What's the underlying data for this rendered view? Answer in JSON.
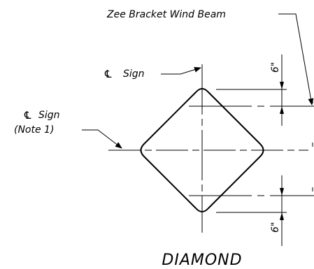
{
  "labels": {
    "zee_bracket": "Zee Bracket Wind Beam",
    "cl_sign_top_symbol": "℄",
    "cl_sign_top_text": "Sign",
    "cl_sign_left_symbol": "℄",
    "cl_sign_left_text": "Sign",
    "note": "(Note 1)",
    "dim_top": "6\"",
    "dim_bottom": "6\"",
    "title": "DIAMOND"
  },
  "colors": {
    "line": "#000000",
    "background": "#ffffff"
  }
}
